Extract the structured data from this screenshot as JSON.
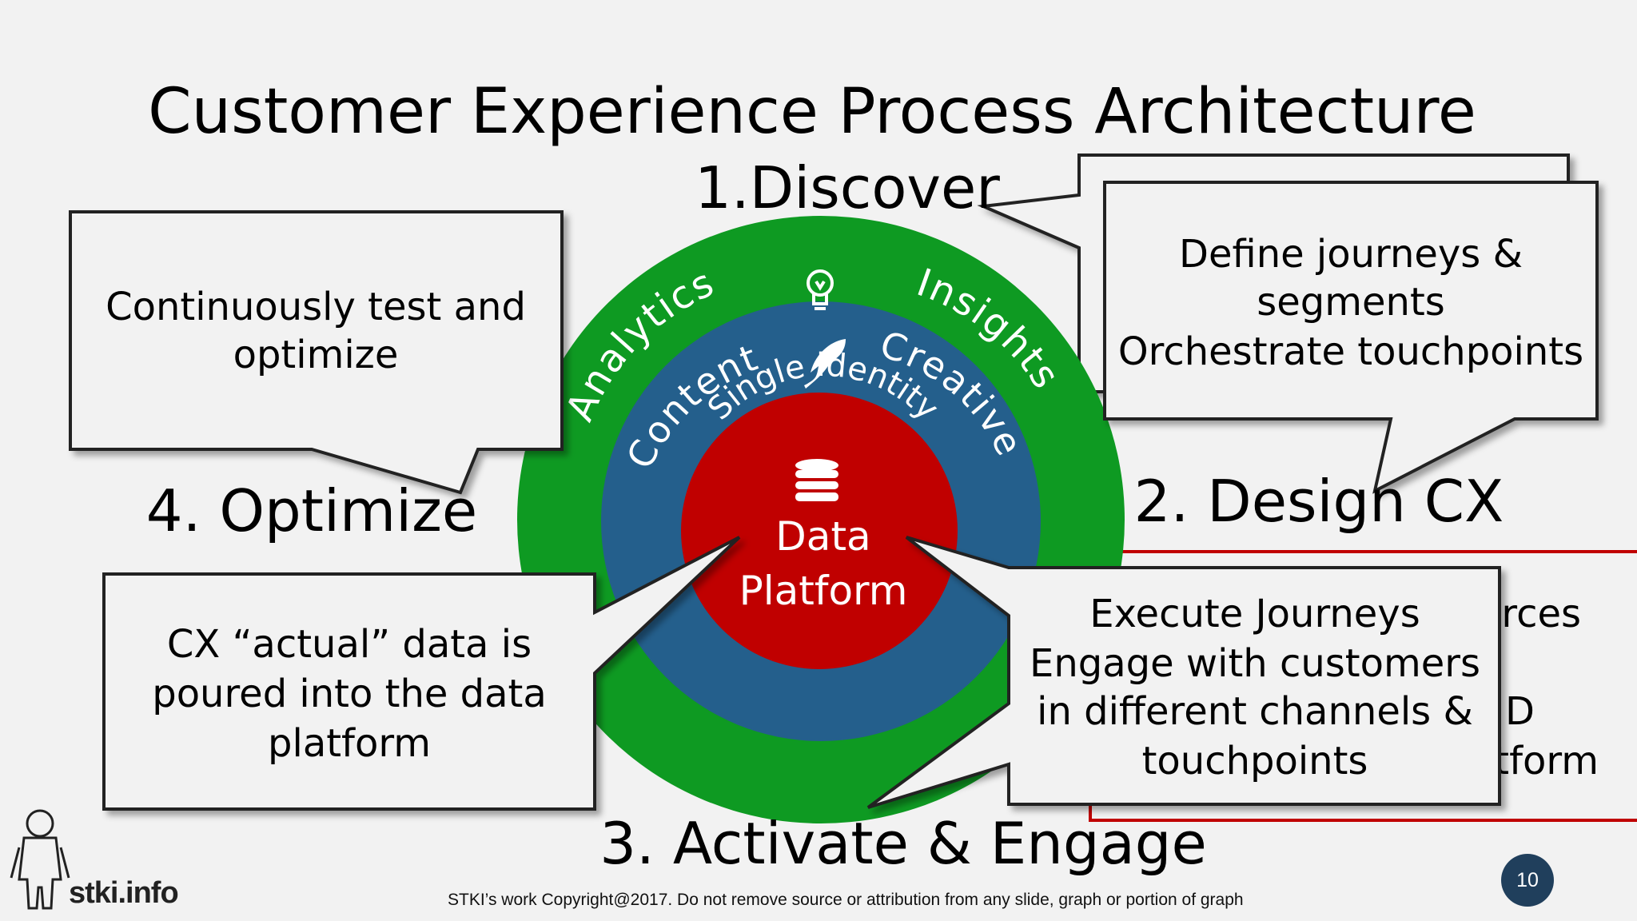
{
  "title": "Customer Experience Process Architecture",
  "steps": {
    "discover": "1.Discover",
    "design": "2. Design CX",
    "activate": "3. Activate & Engage",
    "optimize": "4. Optimize"
  },
  "rings": {
    "outer_left": "Analytics",
    "outer_right": "Insights",
    "middle_left": "Content",
    "middle_right": "Creative",
    "inner_top": "Single identity",
    "core_line1": "Data",
    "core_line2": "Platform"
  },
  "callouts": {
    "optimize": [
      "Continuously test and",
      "optimize"
    ],
    "design": [
      "Define journeys &",
      "segments",
      "Orchestrate touchpoints"
    ],
    "data_feed": [
      "CX “actual” data is",
      "poured into the data",
      "platform"
    ],
    "execute": [
      "Execute Journeys",
      "Engage with customers",
      "in different channels &",
      "touchpoints"
    ],
    "hidden_fragments": [
      "urces",
      "D",
      "tform"
    ]
  },
  "footer": "STKI’s work Copyright@2017. Do not remove source or attribution from any slide, graph or portion of graph",
  "logo": "stki.info",
  "page_number": "10",
  "icons": [
    "lightbulb-icon",
    "feather-icon",
    "database-icon",
    "person-logo-icon"
  ],
  "colors": {
    "outer_ring": "#0e9a22",
    "middle_ring": "#245f8c",
    "core": "#c00000",
    "callout_fill": "#f2f2f2",
    "red_box_border": "#c00000",
    "page_badge": "#203f5c"
  }
}
